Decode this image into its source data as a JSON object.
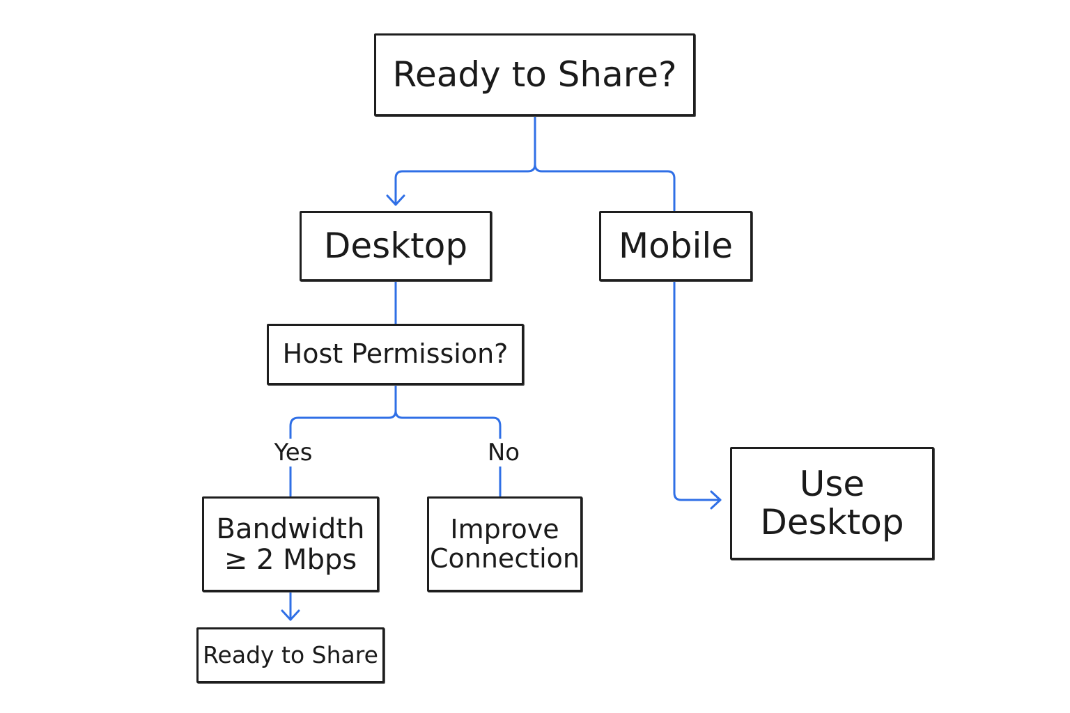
{
  "diagram": {
    "nodes": {
      "root": {
        "label": "Ready to Share?"
      },
      "desktop": {
        "label": "Desktop"
      },
      "mobile": {
        "label": "Mobile"
      },
      "host_permission": {
        "label": "Host Permission?"
      },
      "bandwidth": {
        "line1": "Bandwidth",
        "line2": "≥ 2 Mbps"
      },
      "improve_connection": {
        "line1": "Improve",
        "line2": "Connection"
      },
      "ready": {
        "label": "Ready to Share"
      },
      "use_desktop": {
        "line1": "Use",
        "line2": "Desktop"
      }
    },
    "edges": {
      "yes_label": "Yes",
      "no_label": "No"
    },
    "colors": {
      "connector": "#2f6fe6",
      "box_border": "#1e1e1e",
      "text": "#1a1a1a"
    }
  }
}
